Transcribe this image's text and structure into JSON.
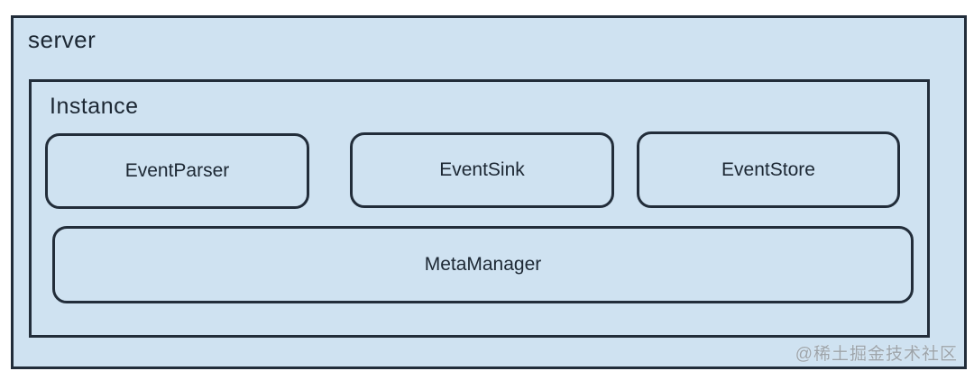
{
  "diagram": {
    "server_label": "server",
    "instance_label": "Instance",
    "components": [
      {
        "label": "EventParser"
      },
      {
        "label": "EventSink"
      },
      {
        "label": "EventStore"
      }
    ],
    "meta_manager_label": "MetaManager",
    "watermark": "@稀土掘金技术社区"
  },
  "colors": {
    "fill": "#cfe2f1",
    "border": "#222d3a",
    "text": "#1c2733",
    "watermark": "#9aa0a6",
    "page-bg": "#ffffff"
  }
}
